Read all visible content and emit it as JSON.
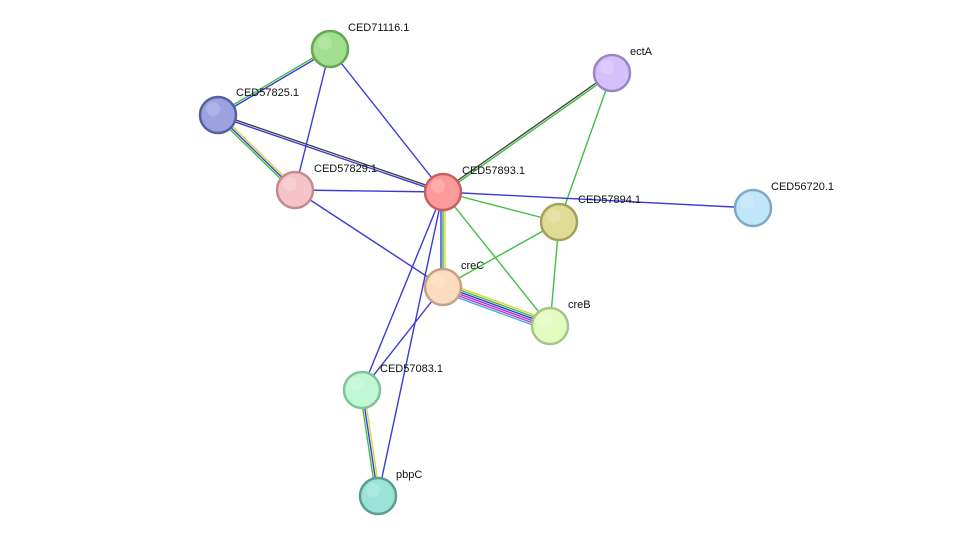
{
  "colors": {
    "blue": "#3b3bd9",
    "green": "#3fbf3f",
    "black": "#444444",
    "yellow": "#d6d640",
    "purple": "#9b3bd9",
    "magenta": "#c83cc8",
    "cyan": "#3fb6d9"
  },
  "nodes": [
    {
      "id": "CED71116.1",
      "label": "CED71116.1",
      "fill": "#a2df8f",
      "stroke": "#62a752"
    },
    {
      "id": "CED57825.1",
      "label": "CED57825.1",
      "fill": "#9aa3e0",
      "stroke": "#56609e"
    },
    {
      "id": "ectA",
      "label": "ectA",
      "fill": "#d4c1fb",
      "stroke": "#9a86c5"
    },
    {
      "id": "CED57829.1",
      "label": "CED57829.1",
      "fill": "#f6c4c8",
      "stroke": "#c58c90"
    },
    {
      "id": "CED57893.1",
      "label": "CED57893.1",
      "fill": "#fb9a9a",
      "stroke": "#c85e5e"
    },
    {
      "id": "CED56720.1",
      "label": "CED56720.1",
      "fill": "#bfe6fb",
      "stroke": "#82a9c4"
    },
    {
      "id": "CED57894.1",
      "label": "CED57894.1",
      "fill": "#dedc95",
      "stroke": "#a4a25a"
    },
    {
      "id": "creC",
      "label": "creC",
      "fill": "#fcdcbe",
      "stroke": "#c4a285"
    },
    {
      "id": "creB",
      "label": "creB",
      "fill": "#e2fcc0",
      "stroke": "#a7c588"
    },
    {
      "id": "CED57083.1",
      "label": "CED57083.1",
      "fill": "#c0f8d3",
      "stroke": "#82c29a"
    },
    {
      "id": "pbpC",
      "label": "pbpC",
      "fill": "#9ce3d7",
      "stroke": "#5a9d93"
    }
  ],
  "edges": [
    {
      "source": "CED71116.1",
      "target": "CED57825.1",
      "evidence": [
        "blue",
        "green"
      ]
    },
    {
      "source": "CED71116.1",
      "target": "CED57829.1",
      "evidence": [
        "blue"
      ]
    },
    {
      "source": "CED71116.1",
      "target": "CED57893.1",
      "evidence": [
        "blue"
      ]
    },
    {
      "source": "CED57825.1",
      "target": "CED57829.1",
      "evidence": [
        "yellow",
        "blue",
        "green"
      ]
    },
    {
      "source": "CED57825.1",
      "target": "CED57893.1",
      "evidence": [
        "black",
        "blue"
      ]
    },
    {
      "source": "CED57829.1",
      "target": "CED57893.1",
      "evidence": [
        "blue"
      ]
    },
    {
      "source": "CED57829.1",
      "target": "creC",
      "evidence": [
        "blue"
      ]
    },
    {
      "source": "ectA",
      "target": "CED57893.1",
      "evidence": [
        "green",
        "black"
      ]
    },
    {
      "source": "ectA",
      "target": "CED57894.1",
      "evidence": [
        "green"
      ]
    },
    {
      "source": "CED57893.1",
      "target": "CED56720.1",
      "evidence": [
        "blue"
      ]
    },
    {
      "source": "CED57893.1",
      "target": "CED57894.1",
      "evidence": [
        "green"
      ]
    },
    {
      "source": "CED57893.1",
      "target": "creC",
      "evidence": [
        "yellow",
        "green",
        "blue"
      ]
    },
    {
      "source": "CED57893.1",
      "target": "creB",
      "evidence": [
        "green"
      ]
    },
    {
      "source": "CED57893.1",
      "target": "CED57083.1",
      "evidence": [
        "blue"
      ]
    },
    {
      "source": "CED57893.1",
      "target": "pbpC",
      "evidence": [
        "blue"
      ]
    },
    {
      "source": "CED57894.1",
      "target": "creC",
      "evidence": [
        "green"
      ]
    },
    {
      "source": "CED57894.1",
      "target": "creB",
      "evidence": [
        "green"
      ]
    },
    {
      "source": "creC",
      "target": "creB",
      "evidence": [
        "yellow",
        "green",
        "blue",
        "purple",
        "magenta",
        "cyan"
      ]
    },
    {
      "source": "creC",
      "target": "CED57083.1",
      "evidence": [
        "blue"
      ]
    },
    {
      "source": "CED57083.1",
      "target": "pbpC",
      "evidence": [
        "yellow",
        "blue",
        "green"
      ]
    }
  ]
}
